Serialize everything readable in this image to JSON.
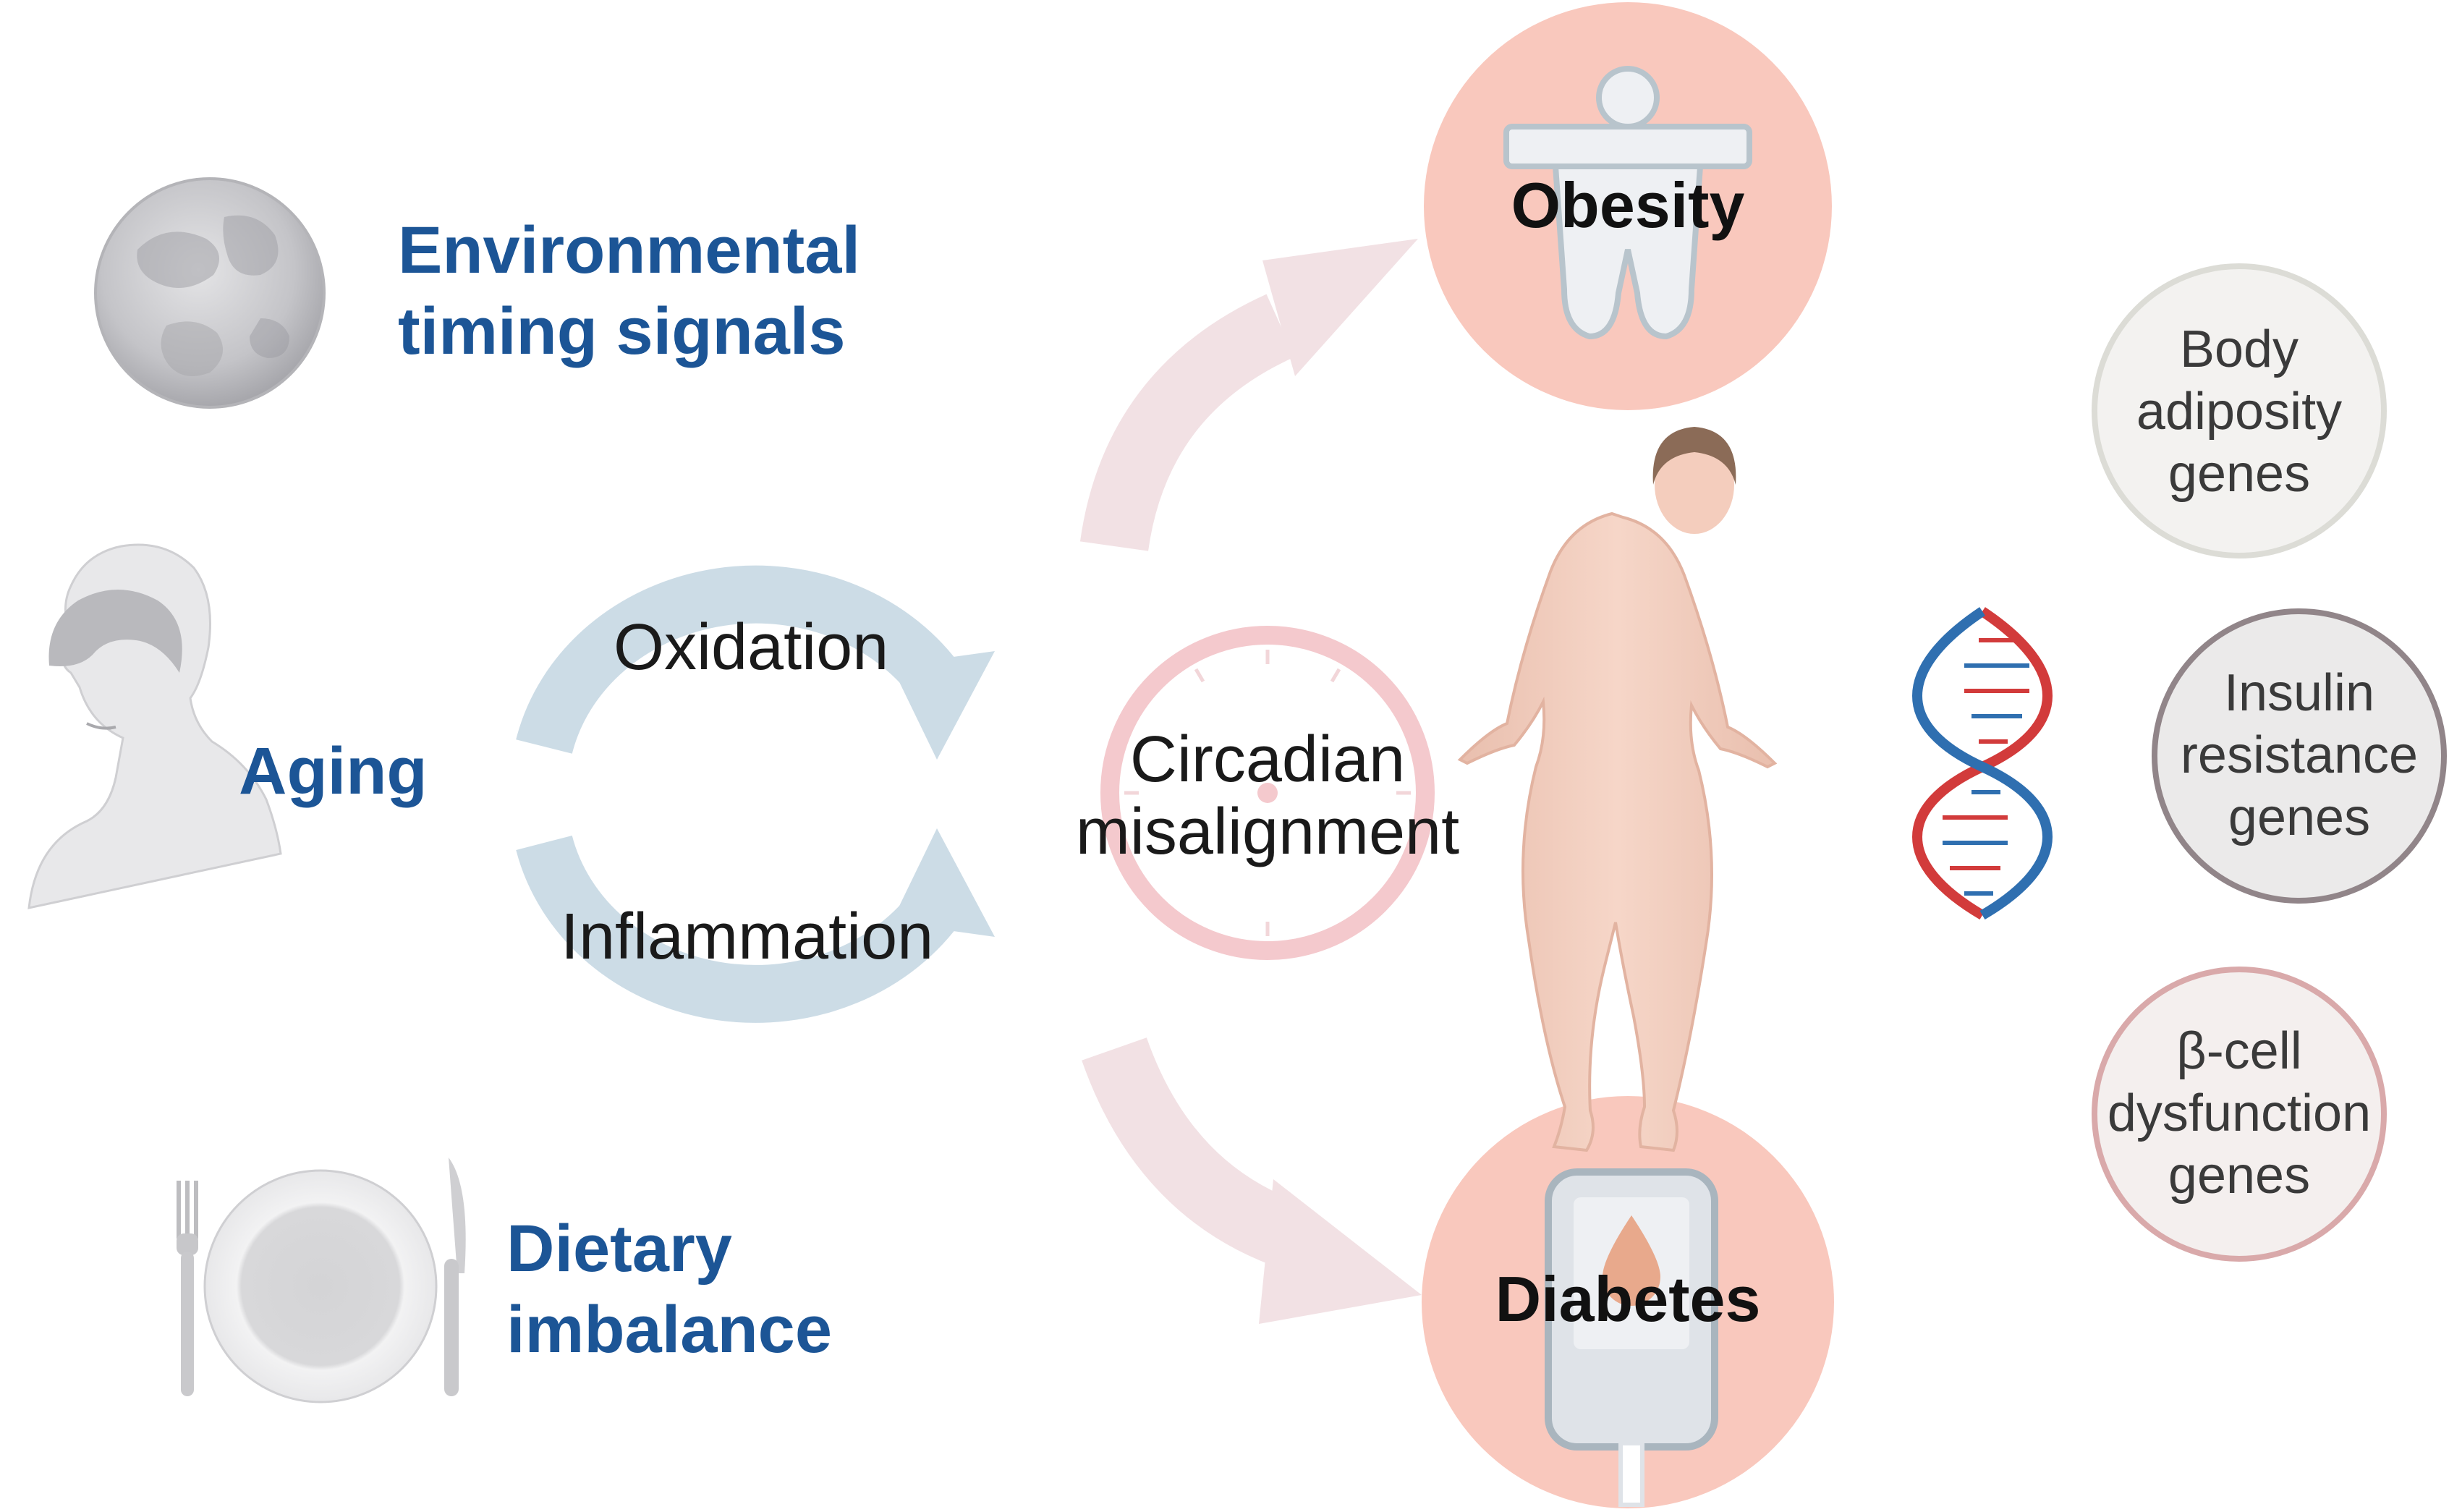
{
  "factors": {
    "environmental": "Environmental\ntiming signals",
    "aging": "Aging",
    "dietary": "Dietary\nimbalance"
  },
  "cycle": {
    "top": "Oxidation",
    "bottom": "Inflammation"
  },
  "center": "Circadian\nmisalignment",
  "outcomes": {
    "obesity": "Obesity",
    "diabetes": "Diabetes"
  },
  "genes": {
    "adiposity": "Body\nadiposity\ngenes",
    "insulin": "Insulin\nresistance\ngenes",
    "beta": "β-cell\ndysfunction\ngenes"
  },
  "colors": {
    "factor_text": "#1c5596",
    "cycle_arrow": "#ccdce6",
    "outcome_circle": "#f9c8bd",
    "curved_arrow": "#f2e1e4",
    "clock_ring": "#f4c9cd"
  },
  "icons": [
    "moon-icon",
    "elderly-person-icon",
    "plate-cutlery-icon",
    "clock-icon",
    "body-icon",
    "glucose-meter-icon",
    "obese-person-icon",
    "dna-icon"
  ]
}
